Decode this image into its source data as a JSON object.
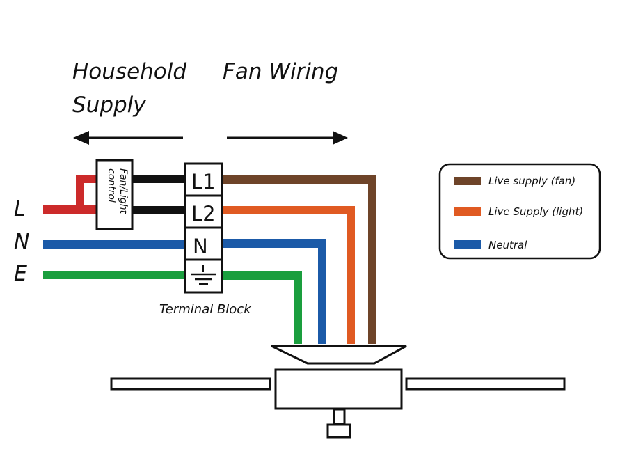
{
  "headings": {
    "household_line1": "Household",
    "household_line2": "Supply",
    "fan_wiring": "Fan Wiring"
  },
  "supply_lines": {
    "live": "L",
    "neutral": "N",
    "earth": "E"
  },
  "control": {
    "line1": "Fan/Light",
    "line2": "control"
  },
  "terminal_block": {
    "caption": "Terminal Block",
    "terminals": [
      "L1",
      "L2",
      "N",
      "earth"
    ]
  },
  "legend": {
    "items": [
      {
        "label": "Live supply (fan)",
        "color": "#6e4429"
      },
      {
        "label": "Live Supply (light)",
        "color": "#e05a22"
      },
      {
        "label": "Neutral",
        "color": "#1b5aa8"
      }
    ]
  },
  "colors": {
    "live_supply": "#cc2a2a",
    "switched": "#111111",
    "fan_live": "#6e4429",
    "light_live": "#e05a22",
    "neutral": "#1b5aa8",
    "earth": "#1a9e3e"
  }
}
